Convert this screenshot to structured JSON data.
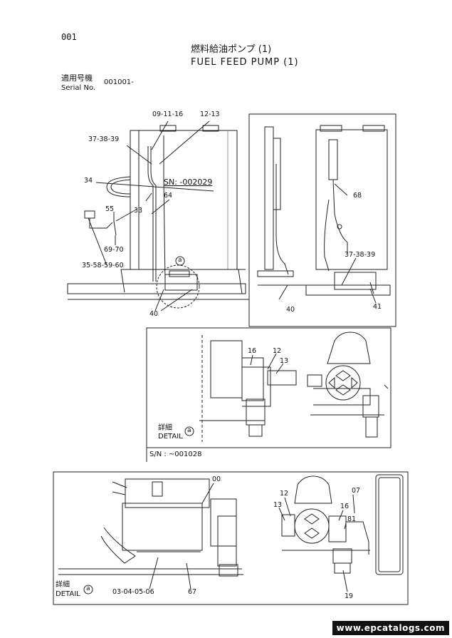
{
  "page_number": "001",
  "title": {
    "jp": "燃料給油ポンプ (1)",
    "en": "FUEL FEED PUMP (1)"
  },
  "serial": {
    "jp": "適用号機",
    "en": "Serial No.",
    "value": "001001-"
  },
  "main_view": {
    "callouts": [
      "09-11-16",
      "12-13",
      "37-38-39",
      "34",
      "SN: -002029",
      "64",
      "55",
      "33",
      "69-70",
      "35-58-59-60",
      "40"
    ],
    "detail_marker": "a"
  },
  "side_views": {
    "callouts": [
      "40",
      "68",
      "37-38-39",
      "41"
    ]
  },
  "detail_upper": {
    "label_jp": "詳細",
    "label_en": "DETAIL",
    "marker": "a",
    "sn": "S/N : ~001028",
    "callouts": [
      "16",
      "12",
      "13"
    ]
  },
  "detail_lower": {
    "label_jp": "詳細",
    "label_en": "DETAIL",
    "marker": "a",
    "callouts": [
      "00",
      "07",
      "12",
      "13",
      "16",
      "81",
      "19",
      "03-04-05-06",
      "67"
    ]
  },
  "watermark": "www.epcatalogs.com"
}
